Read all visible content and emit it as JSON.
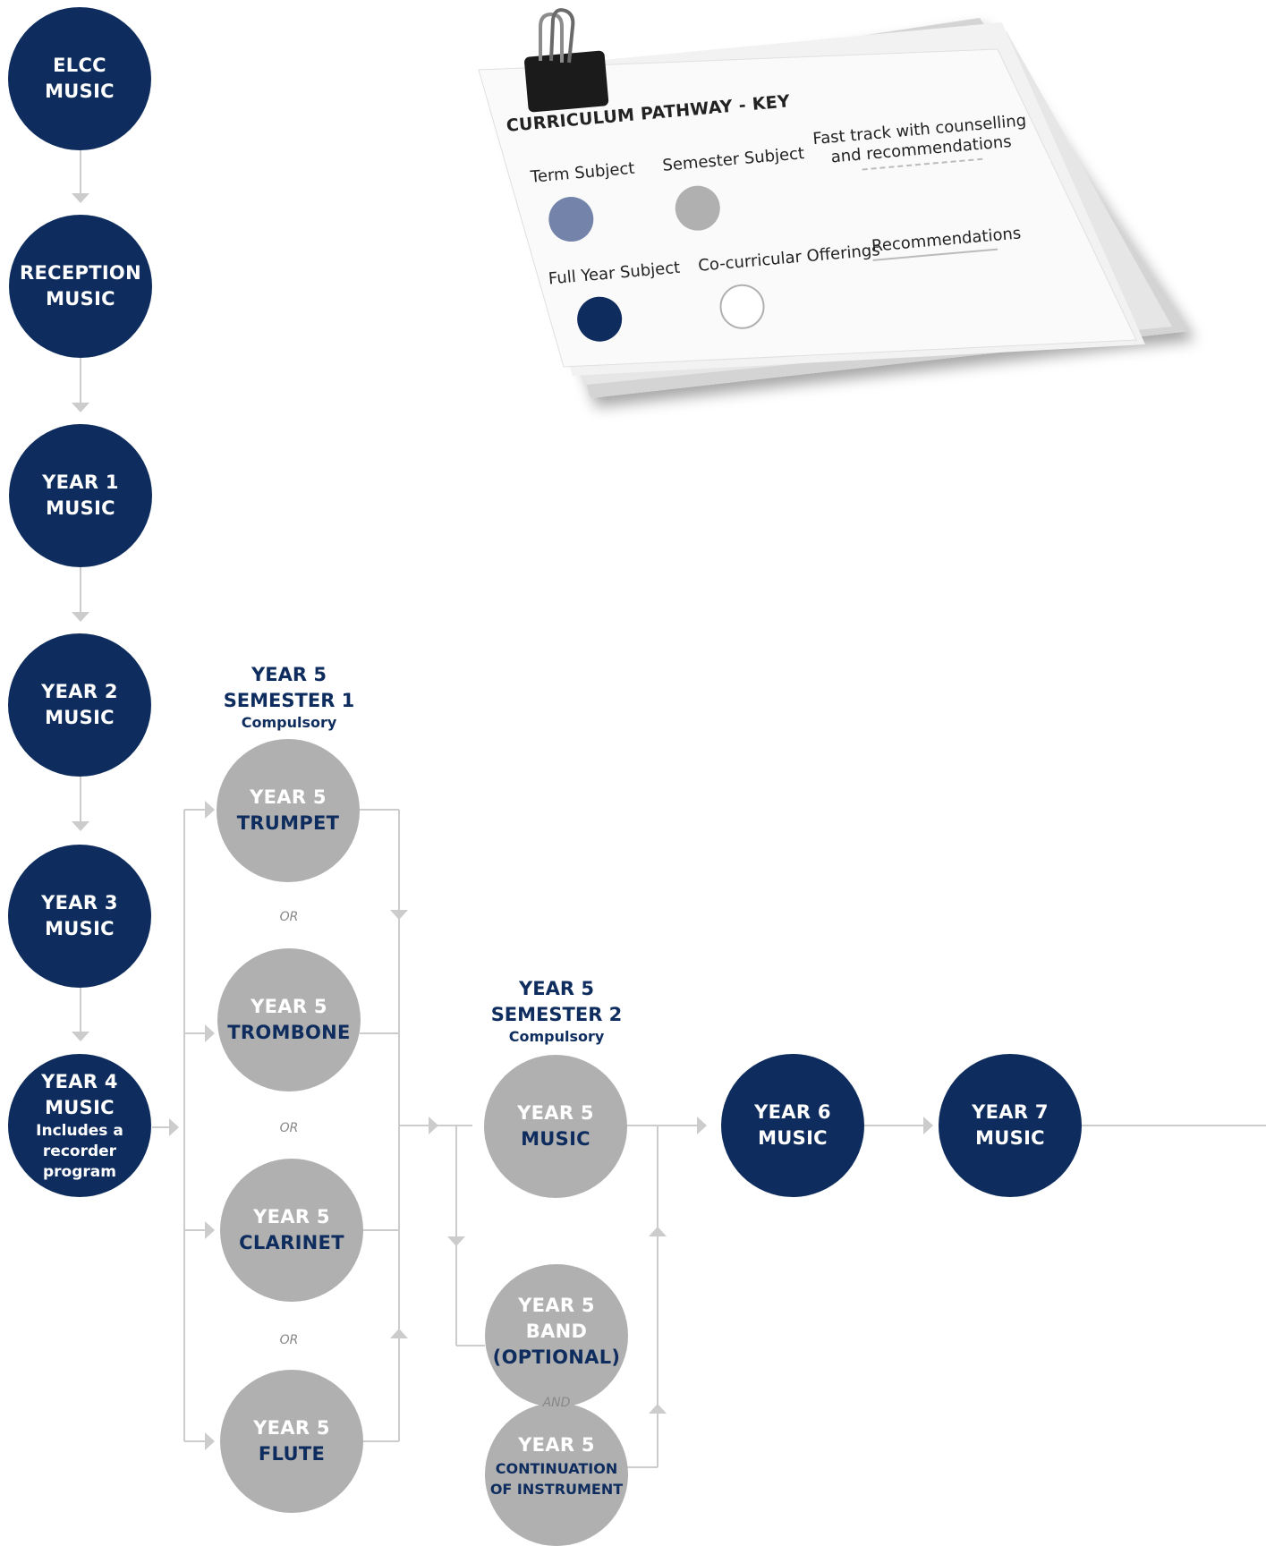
{
  "colors": {
    "navy": "#0e2d5e",
    "term": "#7383aa",
    "semester": "#b0b0b0",
    "connector": "#cccccc"
  },
  "nodes": {
    "elcc": [
      "ELCC",
      "MUSIC"
    ],
    "reception": [
      "RECEPTION",
      "MUSIC"
    ],
    "year1": [
      "YEAR 1",
      "MUSIC"
    ],
    "year2": [
      "YEAR 2",
      "MUSIC"
    ],
    "year3": [
      "YEAR 3",
      "MUSIC"
    ],
    "year4": {
      "lines": [
        "YEAR 4",
        "MUSIC"
      ],
      "note": [
        "Includes a",
        "recorder",
        "program"
      ]
    },
    "trumpet": [
      "YEAR 5",
      "TRUMPET"
    ],
    "trombone": [
      "YEAR 5",
      "TROMBONE"
    ],
    "clarinet": [
      "YEAR 5",
      "CLARINET"
    ],
    "flute": [
      "YEAR 5",
      "FLUTE"
    ],
    "y5music": [
      "YEAR 5",
      "MUSIC"
    ],
    "band": [
      "YEAR 5",
      "BAND",
      "(OPTIONAL)"
    ],
    "continuation": [
      "YEAR 5",
      "CONTINUATION",
      "OF INSTRUMENT"
    ],
    "year6": [
      "YEAR 6",
      "MUSIC"
    ],
    "year7": [
      "YEAR 7",
      "MUSIC"
    ]
  },
  "headers": {
    "sem1": {
      "title": [
        "YEAR 5",
        "SEMESTER 1"
      ],
      "sub": "Compulsory"
    },
    "sem2": {
      "title": [
        "YEAR 5",
        "SEMESTER 2"
      ],
      "sub": "Compulsory"
    }
  },
  "conjunctions": {
    "or": "OR",
    "and": "AND"
  },
  "key": {
    "title": "CURRICULUM PATHWAY - KEY",
    "term": "Term Subject",
    "semester": "Semester Subject",
    "fast_track": [
      "Fast track with counselling",
      "and recommendations"
    ],
    "full_year": "Full Year Subject",
    "co_curricular": "Co-curricular Offerings",
    "recommendations": "Recommendations"
  }
}
